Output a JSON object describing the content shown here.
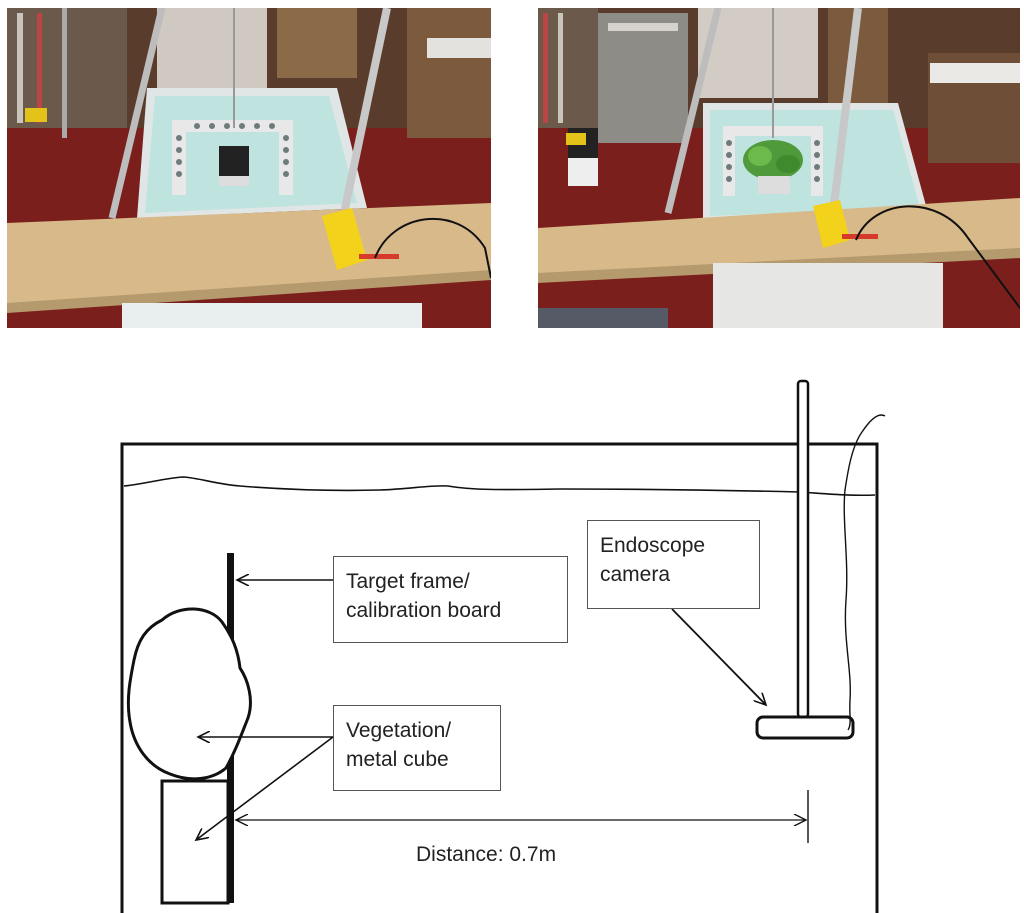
{
  "photos": {
    "left": {
      "subject": "metal cube"
    },
    "right": {
      "subject": "vegetation"
    }
  },
  "diagram": {
    "labels": {
      "target_frame": [
        "Target frame/",
        "calibration board"
      ],
      "endoscope": [
        "Endoscope",
        "camera"
      ],
      "vegetation": [
        "Vegetation/",
        "metal cube"
      ],
      "distance": "Distance: 0.7m"
    }
  },
  "colors": {
    "line": "#111111",
    "board": "#d8b98a",
    "yellow_clamp": "#f2d21a",
    "floor": "#7a1f1c",
    "water": "#bfe3df",
    "tank": "#e9eeee"
  }
}
